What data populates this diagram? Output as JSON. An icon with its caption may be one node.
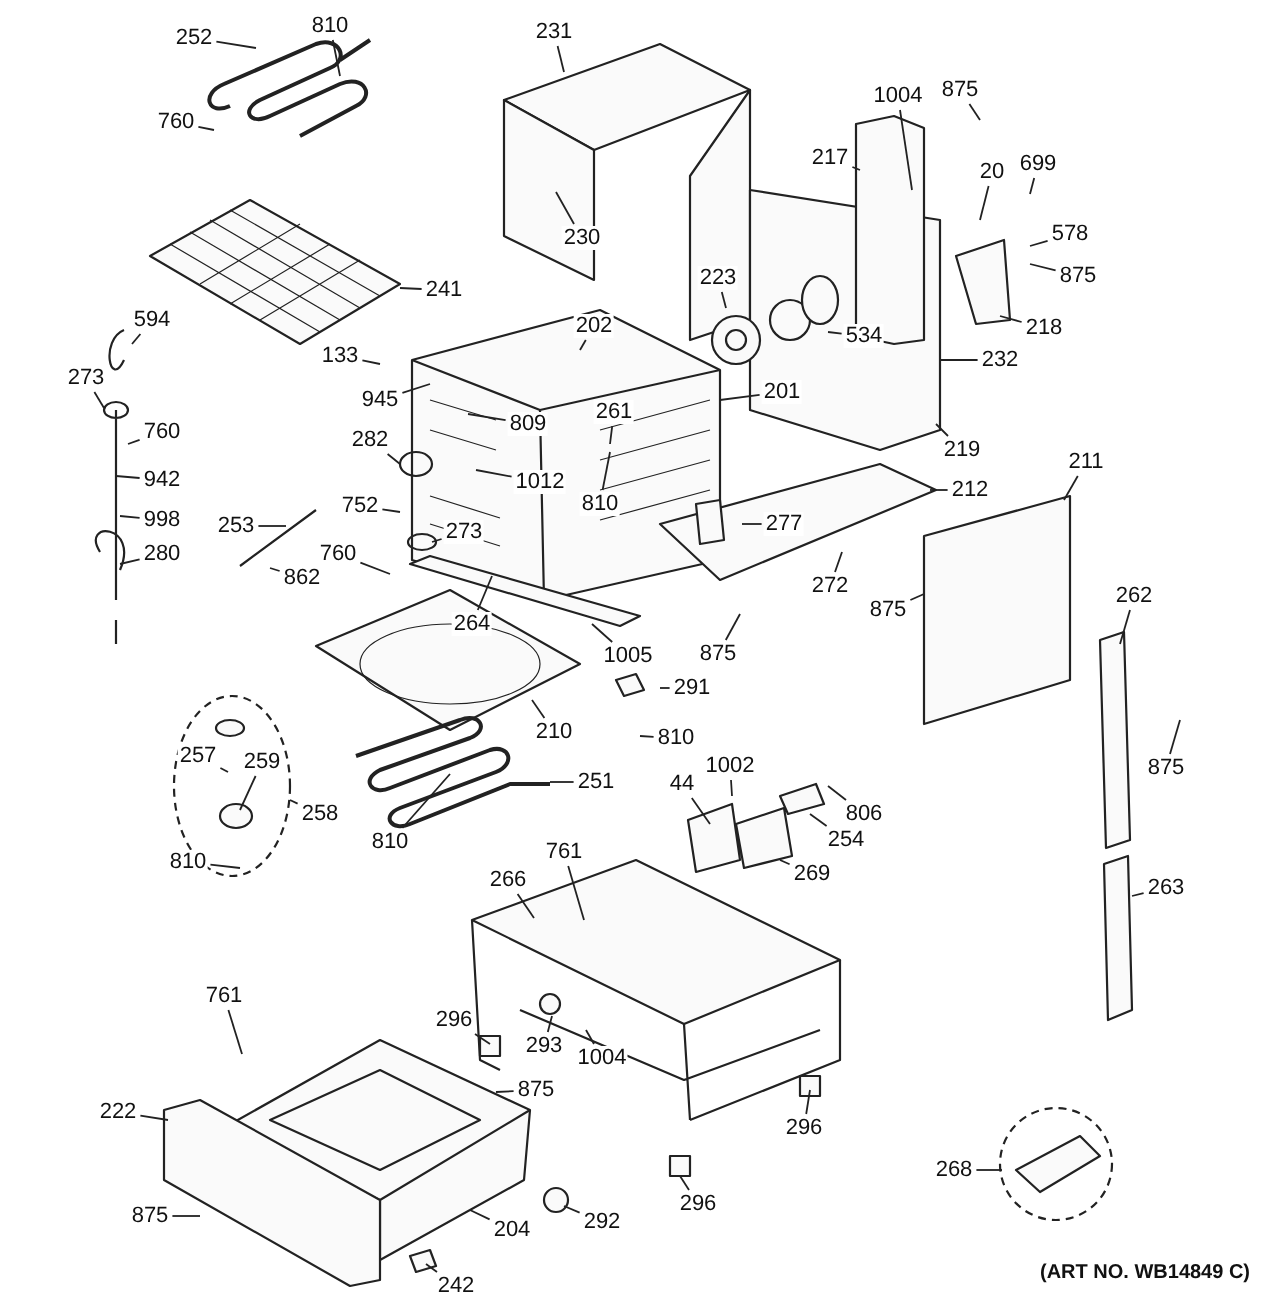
{
  "diagram": {
    "nodes": [
      {
        "text": [
          "252"
        ]
      },
      {
        "text": [
          "810"
        ]
      },
      {
        "text": [
          "760"
        ]
      },
      {
        "text": [
          "231"
        ]
      },
      {
        "text": [
          "230"
        ]
      },
      {
        "text": [
          "241"
        ]
      },
      {
        "text": [
          "594"
        ]
      },
      {
        "text": [
          "273"
        ]
      },
      {
        "text": [
          "760"
        ]
      },
      {
        "text": [
          "942"
        ]
      },
      {
        "text": [
          "998"
        ]
      },
      {
        "text": [
          "280"
        ]
      },
      {
        "text": [
          "133"
        ]
      },
      {
        "text": [
          "945"
        ]
      },
      {
        "text": [
          "202"
        ]
      },
      {
        "text": [
          "809"
        ]
      },
      {
        "text": [
          "261"
        ]
      },
      {
        "text": [
          "282"
        ]
      },
      {
        "text": [
          "1012"
        ]
      },
      {
        "text": [
          "810"
        ]
      },
      {
        "text": [
          "752"
        ]
      },
      {
        "text": [
          "253"
        ]
      },
      {
        "text": [
          "862"
        ]
      },
      {
        "text": [
          "273"
        ]
      },
      {
        "text": [
          "760"
        ]
      },
      {
        "text": [
          "264"
        ]
      },
      {
        "text": [
          "1005"
        ]
      },
      {
        "text": [
          "1004"
        ]
      },
      {
        "text": [
          "875"
        ]
      },
      {
        "text": [
          "217"
        ]
      },
      {
        "text": [
          "20"
        ]
      },
      {
        "text": [
          "699"
        ]
      },
      {
        "text": [
          "578"
        ]
      },
      {
        "text": [
          "875"
        ]
      },
      {
        "text": [
          "223"
        ]
      },
      {
        "text": [
          "534"
        ]
      },
      {
        "text": [
          "218"
        ]
      },
      {
        "text": [
          "232"
        ]
      },
      {
        "text": [
          "201"
        ]
      },
      {
        "text": [
          "219"
        ]
      },
      {
        "text": [
          "211"
        ]
      },
      {
        "text": [
          "212"
        ]
      },
      {
        "text": [
          "277"
        ]
      },
      {
        "text": [
          "272"
        ]
      },
      {
        "text": [
          "875"
        ]
      },
      {
        "text": [
          "875"
        ]
      },
      {
        "text": [
          "262"
        ]
      },
      {
        "text": [
          "210"
        ]
      },
      {
        "text": [
          "291"
        ]
      },
      {
        "text": [
          "810"
        ]
      },
      {
        "text": [
          "251"
        ]
      },
      {
        "text": [
          "810"
        ]
      },
      {
        "text": [
          "257"
        ]
      },
      {
        "text": [
          "259"
        ]
      },
      {
        "text": [
          "258"
        ]
      },
      {
        "text": [
          "810"
        ]
      },
      {
        "text": [
          "875"
        ]
      },
      {
        "text": [
          "1002"
        ]
      },
      {
        "text": [
          "44"
        ]
      },
      {
        "text": [
          "806"
        ]
      },
      {
        "text": [
          "254"
        ]
      },
      {
        "text": [
          "269"
        ]
      },
      {
        "text": [
          "263"
        ]
      },
      {
        "text": [
          "761"
        ]
      },
      {
        "text": [
          "266"
        ]
      },
      {
        "text": [
          "296"
        ]
      },
      {
        "text": [
          "293"
        ]
      },
      {
        "text": [
          "1004"
        ]
      },
      {
        "text": [
          "761"
        ]
      },
      {
        "text": [
          "875"
        ]
      },
      {
        "text": [
          "222"
        ]
      },
      {
        "text": [
          "296"
        ]
      },
      {
        "text": [
          "296"
        ]
      },
      {
        "text": [
          "268"
        ]
      },
      {
        "text": [
          "875"
        ]
      },
      {
        "text": [
          "204"
        ]
      },
      {
        "text": [
          "292"
        ]
      },
      {
        "text": [
          "242"
        ]
      }
    ],
    "edges": [
      {
        "from": 0,
        "to": null,
        "arrow": "none"
      },
      {
        "from": 1,
        "to": null,
        "arrow": "none"
      },
      {
        "from": 2,
        "to": null,
        "arrow": "none"
      },
      {
        "from": 3,
        "to": null,
        "arrow": "none"
      },
      {
        "from": 4,
        "to": null,
        "arrow": "none"
      },
      {
        "from": 5,
        "to": null,
        "arrow": "none"
      },
      {
        "from": 6,
        "to": null,
        "arrow": "none"
      },
      {
        "from": 7,
        "to": null,
        "arrow": "none"
      },
      {
        "from": 8,
        "to": null,
        "arrow": "none"
      },
      {
        "from": 9,
        "to": null,
        "arrow": "none"
      },
      {
        "from": 10,
        "to": null,
        "arrow": "none"
      },
      {
        "from": 11,
        "to": null,
        "arrow": "none"
      },
      {
        "from": 12,
        "to": null,
        "arrow": "none"
      },
      {
        "from": 13,
        "to": null,
        "arrow": "none"
      },
      {
        "from": 14,
        "to": null,
        "arrow": "none"
      },
      {
        "from": 15,
        "to": null,
        "arrow": "none"
      },
      {
        "from": 16,
        "to": null,
        "arrow": "none"
      },
      {
        "from": 17,
        "to": null,
        "arrow": "none"
      },
      {
        "from": 18,
        "to": null,
        "arrow": "none"
      },
      {
        "from": 19,
        "to": null,
        "arrow": "none"
      },
      {
        "from": 20,
        "to": null,
        "arrow": "none"
      },
      {
        "from": 21,
        "to": null,
        "arrow": "none"
      },
      {
        "from": 22,
        "to": null,
        "arrow": "none"
      },
      {
        "from": 23,
        "to": null,
        "arrow": "none"
      },
      {
        "from": 24,
        "to": null,
        "arrow": "none"
      },
      {
        "from": 25,
        "to": null,
        "arrow": "none"
      },
      {
        "from": 26,
        "to": null,
        "arrow": "none"
      },
      {
        "from": 27,
        "to": null,
        "arrow": "none"
      },
      {
        "from": 28,
        "to": null,
        "arrow": "none"
      },
      {
        "from": 29,
        "to": null,
        "arrow": "none"
      },
      {
        "from": 30,
        "to": null,
        "arrow": "none"
      },
      {
        "from": 31,
        "to": null,
        "arrow": "none"
      },
      {
        "from": 32,
        "to": null,
        "arrow": "none"
      },
      {
        "from": 33,
        "to": null,
        "arrow": "none"
      },
      {
        "from": 34,
        "to": null,
        "arrow": "none"
      },
      {
        "from": 35,
        "to": null,
        "arrow": "none"
      },
      {
        "from": 36,
        "to": null,
        "arrow": "none"
      },
      {
        "from": 37,
        "to": null,
        "arrow": "none"
      },
      {
        "from": 38,
        "to": null,
        "arrow": "none"
      },
      {
        "from": 39,
        "to": null,
        "arrow": "none"
      },
      {
        "from": 40,
        "to": null,
        "arrow": "none"
      },
      {
        "from": 41,
        "to": null,
        "arrow": "none"
      },
      {
        "from": 42,
        "to": null,
        "arrow": "none"
      },
      {
        "from": 43,
        "to": null,
        "arrow": "none"
      },
      {
        "from": 44,
        "to": null,
        "arrow": "none"
      },
      {
        "from": 45,
        "to": null,
        "arrow": "none"
      },
      {
        "from": 46,
        "to": null,
        "arrow": "none"
      },
      {
        "from": 47,
        "to": null,
        "arrow": "none"
      },
      {
        "from": 48,
        "to": null,
        "arrow": "none"
      },
      {
        "from": 49,
        "to": null,
        "arrow": "none"
      },
      {
        "from": 50,
        "to": null,
        "arrow": "none"
      },
      {
        "from": 51,
        "to": null,
        "arrow": "none"
      },
      {
        "from": 52,
        "to": null,
        "arrow": "none"
      },
      {
        "from": 53,
        "to": null,
        "arrow": "none"
      },
      {
        "from": 54,
        "to": null,
        "arrow": "none"
      },
      {
        "from": 55,
        "to": null,
        "arrow": "none"
      },
      {
        "from": 56,
        "to": null,
        "arrow": "none"
      },
      {
        "from": 57,
        "to": null,
        "arrow": "none"
      },
      {
        "from": 58,
        "to": null,
        "arrow": "none"
      },
      {
        "from": 59,
        "to": null,
        "arrow": "none"
      },
      {
        "from": 60,
        "to": null,
        "arrow": "none"
      },
      {
        "from": 61,
        "to": null,
        "arrow": "none"
      },
      {
        "from": 62,
        "to": null,
        "arrow": "none"
      },
      {
        "from": 63,
        "to": null,
        "arrow": "none"
      },
      {
        "from": 64,
        "to": null,
        "arrow": "none"
      },
      {
        "from": 65,
        "to": null,
        "arrow": "none"
      },
      {
        "from": 66,
        "to": null,
        "arrow": "none"
      },
      {
        "from": 67,
        "to": null,
        "arrow": "none"
      },
      {
        "from": 68,
        "to": null,
        "arrow": "none"
      },
      {
        "from": 69,
        "to": null,
        "arrow": "none"
      },
      {
        "from": 70,
        "to": null,
        "arrow": "none"
      },
      {
        "from": 71,
        "to": null,
        "arrow": "none"
      },
      {
        "from": 72,
        "to": null,
        "arrow": "none"
      },
      {
        "from": 73,
        "to": null,
        "arrow": "none"
      },
      {
        "from": 74,
        "to": null,
        "arrow": "none"
      },
      {
        "from": 75,
        "to": null,
        "arrow": "none"
      },
      {
        "from": 76,
        "to": null,
        "arrow": "none"
      },
      {
        "from": 77,
        "to": null,
        "arrow": "none"
      }
    ],
    "labels": [
      "(ART NO. WB14849 C)"
    ]
  }
}
